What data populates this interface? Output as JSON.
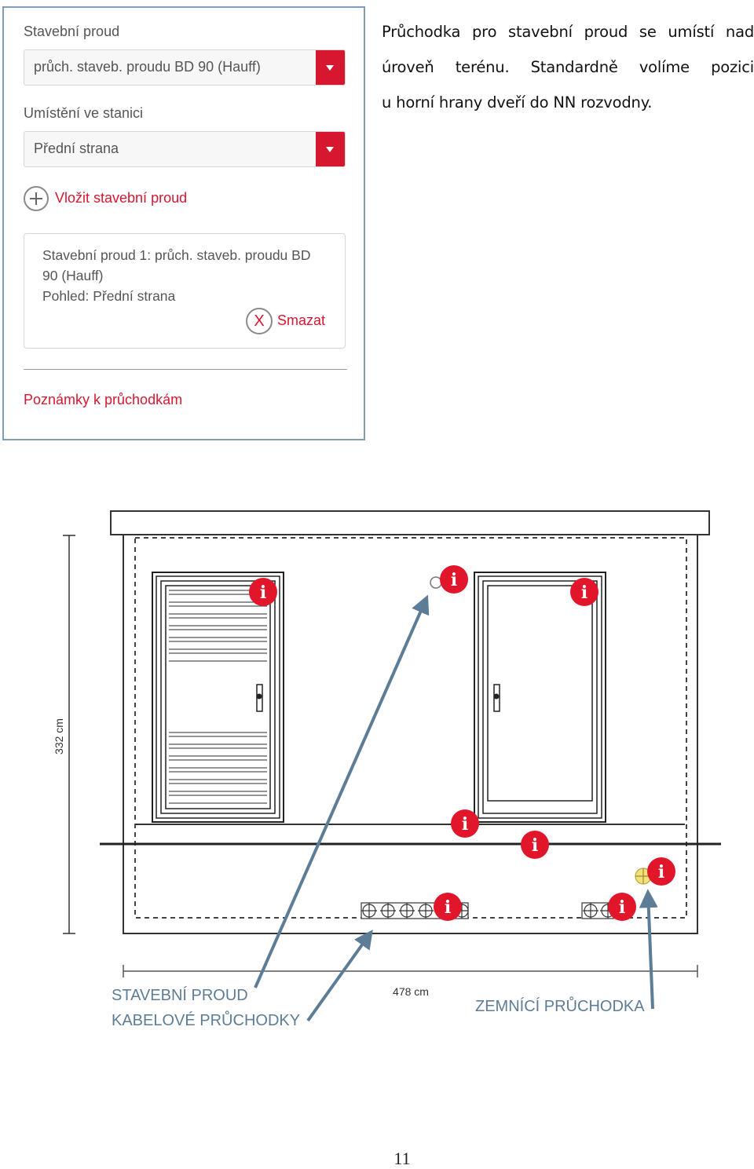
{
  "form": {
    "construction_power_label": "Stavební proud",
    "construction_power_value": "průch. staveb. proudu BD 90 (Hauff)",
    "placement_label": "Umístění ve stanici",
    "placement_value": "Přední strana",
    "add_button_label": "Vložit stavební proud",
    "card": {
      "line1": "Stavební proud 1: průch. staveb. proudu BD",
      "line2": "90 (Hauff)",
      "line3": "Pohled: Přední strana",
      "delete_label": "Smazat",
      "delete_glyph": "X"
    },
    "notes_link": "Poznámky k průchodkám",
    "accent_color": "#d7172f"
  },
  "paragraph": {
    "line1": "Průchodka pro stavební proud se umístí nad",
    "line2": "úroveň terénu. Standardně volíme pozici",
    "line3": "u horní hrany dveří do NN rozvodny."
  },
  "drawing": {
    "height_dimension": "332 cm",
    "width_dimension": "478 cm",
    "callout_construction_power": "STAVEBNÍ PROUD",
    "callout_cable_bushings": "KABELOVÉ PRŮCHODKY",
    "callout_earthing_bushing": "ZEMNÍCÍ PRŮCHODKA",
    "info_icon_glyph": "i",
    "info_icon_color": "#e2162b",
    "arrow_color": "#5d7c96",
    "earthing_marker_color": "#f2e27a"
  },
  "page_number": "11"
}
